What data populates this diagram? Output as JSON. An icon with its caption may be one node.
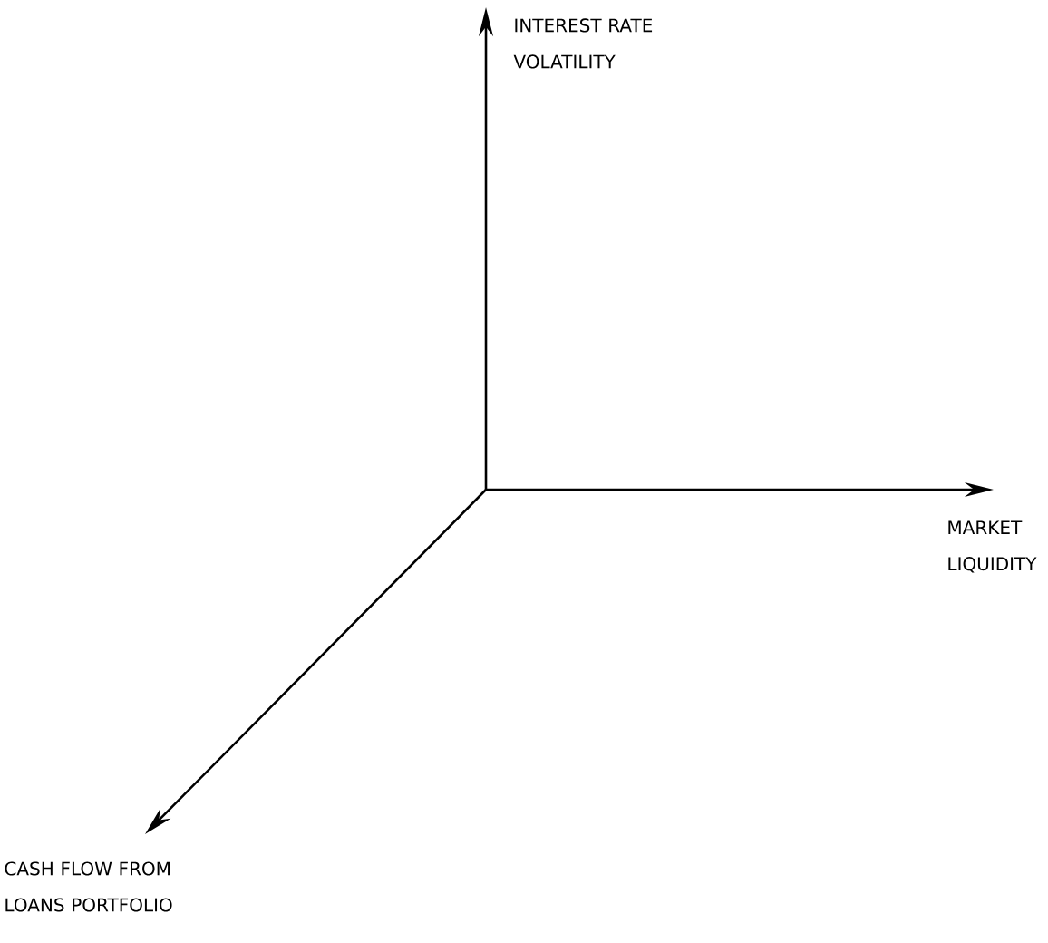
{
  "diagram": {
    "labels": [
      "INTEREST RATE VOLATILITY",
      "MARKET LIQUIDITY",
      "CASH FLOW FROM LOANS PORTFOLIO"
    ]
  }
}
